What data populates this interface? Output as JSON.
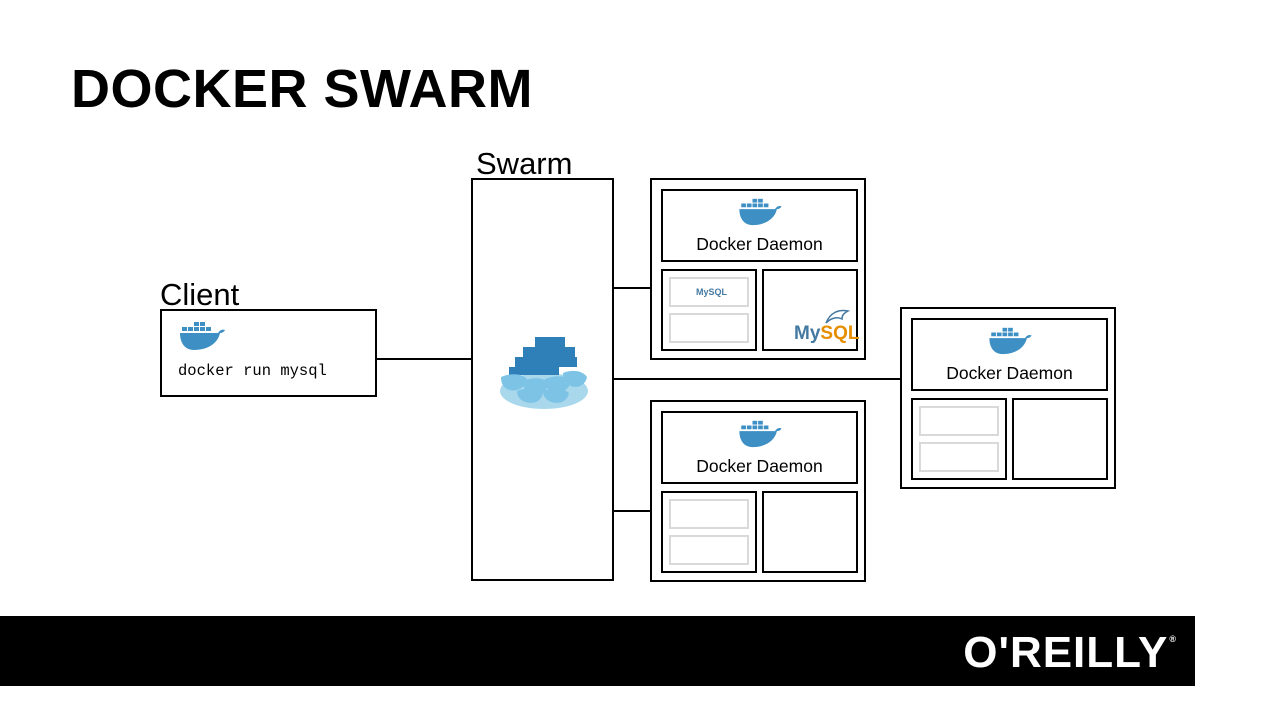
{
  "slide": {
    "title": "DOCKER SWARM"
  },
  "client": {
    "label": "Client",
    "command": "docker run mysql",
    "icon": "docker-whale-icon"
  },
  "swarm": {
    "label": "Swarm",
    "icon": "docker-swarm-icon"
  },
  "nodes": [
    {
      "daemon_label": "Docker Daemon",
      "containers": [
        "MySQL",
        "MySQL"
      ]
    },
    {
      "daemon_label": "Docker Daemon",
      "containers": []
    },
    {
      "daemon_label": "Docker Daemon",
      "containers": []
    }
  ],
  "footer": {
    "logo_text": "O'REILLY",
    "registered_mark": "®"
  },
  "colors": {
    "docker_blue": "#3d8fc4",
    "mysql_blue": "#4479a1",
    "mysql_orange": "#e48e00",
    "footer_bg": "#000000"
  }
}
